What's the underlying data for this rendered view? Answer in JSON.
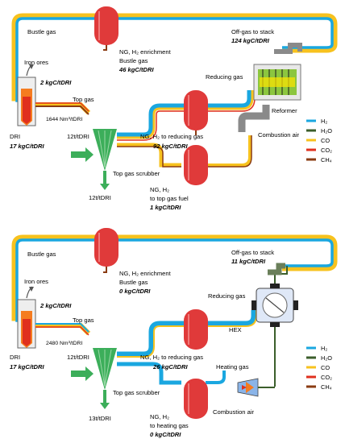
{
  "colors": {
    "h2": "#1aa7e0",
    "h2o": "#3b5e2b",
    "co": "#f7c21e",
    "co2": "#e0301e",
    "ch4": "#8a3b12",
    "vessel": "#e03a3a",
    "shaft": "#3cae5a",
    "flare": "#f57c20",
    "gray": "#8a8a8a"
  },
  "legend": {
    "items": [
      {
        "key": "h2",
        "label": "H₂"
      },
      {
        "key": "h2o",
        "label": "H₂O"
      },
      {
        "key": "co",
        "label": "CO"
      },
      {
        "key": "co2",
        "label": "CO₂"
      },
      {
        "key": "ch4",
        "label": "CH₄"
      }
    ]
  },
  "top": {
    "bustle_gas": "Bustle gas",
    "iron_ores": "Iron ores",
    "ore_carbon": "2 kgC/tDRI",
    "top_gas": "Top gas",
    "gas_flow": "1644 Nm³/tDRI",
    "dri": "DRI",
    "dri_carbon": "17 kgC/tDRI",
    "shaft_in": "12t/tDRI",
    "shaft_out": "12t/tDRI",
    "scrubber": "Top gas scrubber",
    "enrichment_line1": "NG, H₂ enrichment",
    "enrichment_line2": "Bustle gas",
    "enrichment_carbon": "46 kgC/tDRI",
    "offgas": "Off-gas to stack",
    "offgas_carbon": "124 kgC/tDRI",
    "reducing_gas": "Reducing gas",
    "reformer": "Reformer",
    "combustion_air": "Combustion air",
    "ng_reducing": "NG, H₂ to reducing gas",
    "ng_reducing_carbon": "92 kgC/tDRI",
    "ng_fuel_line1": "NG, H₂",
    "ng_fuel_line2": "to top gas fuel",
    "ng_fuel_carbon": "1 kgC/tDRI"
  },
  "bottom": {
    "bustle_gas": "Bustle gas",
    "iron_ores": "Iron ores",
    "ore_carbon": "2 kgC/tDRI",
    "top_gas": "Top gas",
    "gas_flow": "2480 Nm³/tDRI",
    "dri": "DRI",
    "dri_carbon": "17 kgC/tDRI",
    "shaft_in": "12t/tDRI",
    "shaft_out": "13t/tDRI",
    "scrubber": "Top gas scrubber",
    "enrichment_line1": "NG, H₂ enrichment",
    "enrichment_line2": "Bustle gas",
    "enrichment_carbon": "0 kgC/tDRI",
    "offgas": "Off-gas to stack",
    "offgas_carbon": "11 kgC/tDRI",
    "reducing_gas": "Reducing gas",
    "hex": "HEX",
    "heating_gas": "Heating gas",
    "combustion_air": "Combustion air",
    "ng_reducing": "NG, H₂ to reducing gas",
    "ng_reducing_carbon": "26 kgC/tDRI",
    "ng_heating_line1": "NG, H₂",
    "ng_heating_line2": "to heating gas",
    "ng_heating_carbon": "0 kgC/tDRI"
  }
}
